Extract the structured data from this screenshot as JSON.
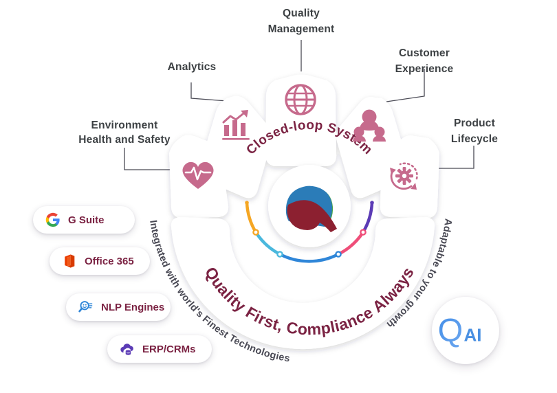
{
  "diagram": {
    "title_center_arc": "Closed-loop System",
    "bottom_arc_text": "Quality First, Compliance Always",
    "left_outer_arc_text": "Integrated with world's Finest Technologies",
    "right_outer_arc_text": "Adaptable to your growth"
  },
  "segments": [
    {
      "id": "environment-health-safety",
      "label": "Environment\nHealth and Safety",
      "label_line1": "Environment",
      "label_line2": "Health and Safety",
      "icon": "heart-pulse-icon",
      "color": "#c66a8c"
    },
    {
      "id": "analytics",
      "label": "Analytics",
      "label_line1": "Analytics",
      "label_line2": "",
      "icon": "bar-chart-trend-icon",
      "color": "#c66a8c"
    },
    {
      "id": "quality-management",
      "label": "Quality Management",
      "label_line1": "Quality",
      "label_line2": "Management",
      "icon": "globe-icon",
      "color": "#c66a8c"
    },
    {
      "id": "customer-experience",
      "label": "Customer Experience",
      "label_line1": "Customer",
      "label_line2": "Experience",
      "icon": "people-group-icon",
      "color": "#c66a8c"
    },
    {
      "id": "product-lifecycle",
      "label": "Product Lifecycle",
      "label_line1": "Product",
      "label_line2": "Lifecycle",
      "icon": "gear-cycle-icon",
      "color": "#c66a8c"
    }
  ],
  "tech_chips": [
    {
      "id": "g-suite",
      "label": "G Suite",
      "icon": "google-g-icon"
    },
    {
      "id": "office-365",
      "label": "Office 365",
      "icon": "microsoft-office-icon"
    },
    {
      "id": "nlp-engines",
      "label": "NLP Engines",
      "icon": "magnifier-nlp-icon"
    },
    {
      "id": "erp-crms",
      "label": "ERP/CRMs",
      "icon": "cloud-database-icon"
    }
  ],
  "brand": {
    "center_logo": "qualityze-leaf-q-logo",
    "badge_q": "Q",
    "badge_ai": "AI",
    "badge_full": "QAI"
  },
  "colors": {
    "petal_fill": "#ffffff",
    "icon_pink": "#c66a8c",
    "arc_text_maroon": "#7b2343",
    "outer_label_gray": "#3c4043",
    "logo_blue": "#2b7cb8",
    "logo_green": "#4aa64a",
    "logo_maroon": "#8c2030",
    "progress_orange": "#f5a623",
    "progress_cyan": "#4ab8dd",
    "progress_blue": "#2f86d8",
    "progress_pink": "#ef4e79",
    "progress_purple": "#5b3bb5",
    "badge_blue": "#4a90e2",
    "background": "#ffffff"
  },
  "progress_ring": {
    "segments": [
      {
        "name": "orange-segment",
        "color": "#f5a623"
      },
      {
        "name": "cyan-segment",
        "color": "#4ab8dd"
      },
      {
        "name": "blue-segment",
        "color": "#2f86d8"
      },
      {
        "name": "pink-segment",
        "color": "#ef4e79"
      },
      {
        "name": "purple-segment",
        "color": "#5b3bb5"
      }
    ]
  }
}
